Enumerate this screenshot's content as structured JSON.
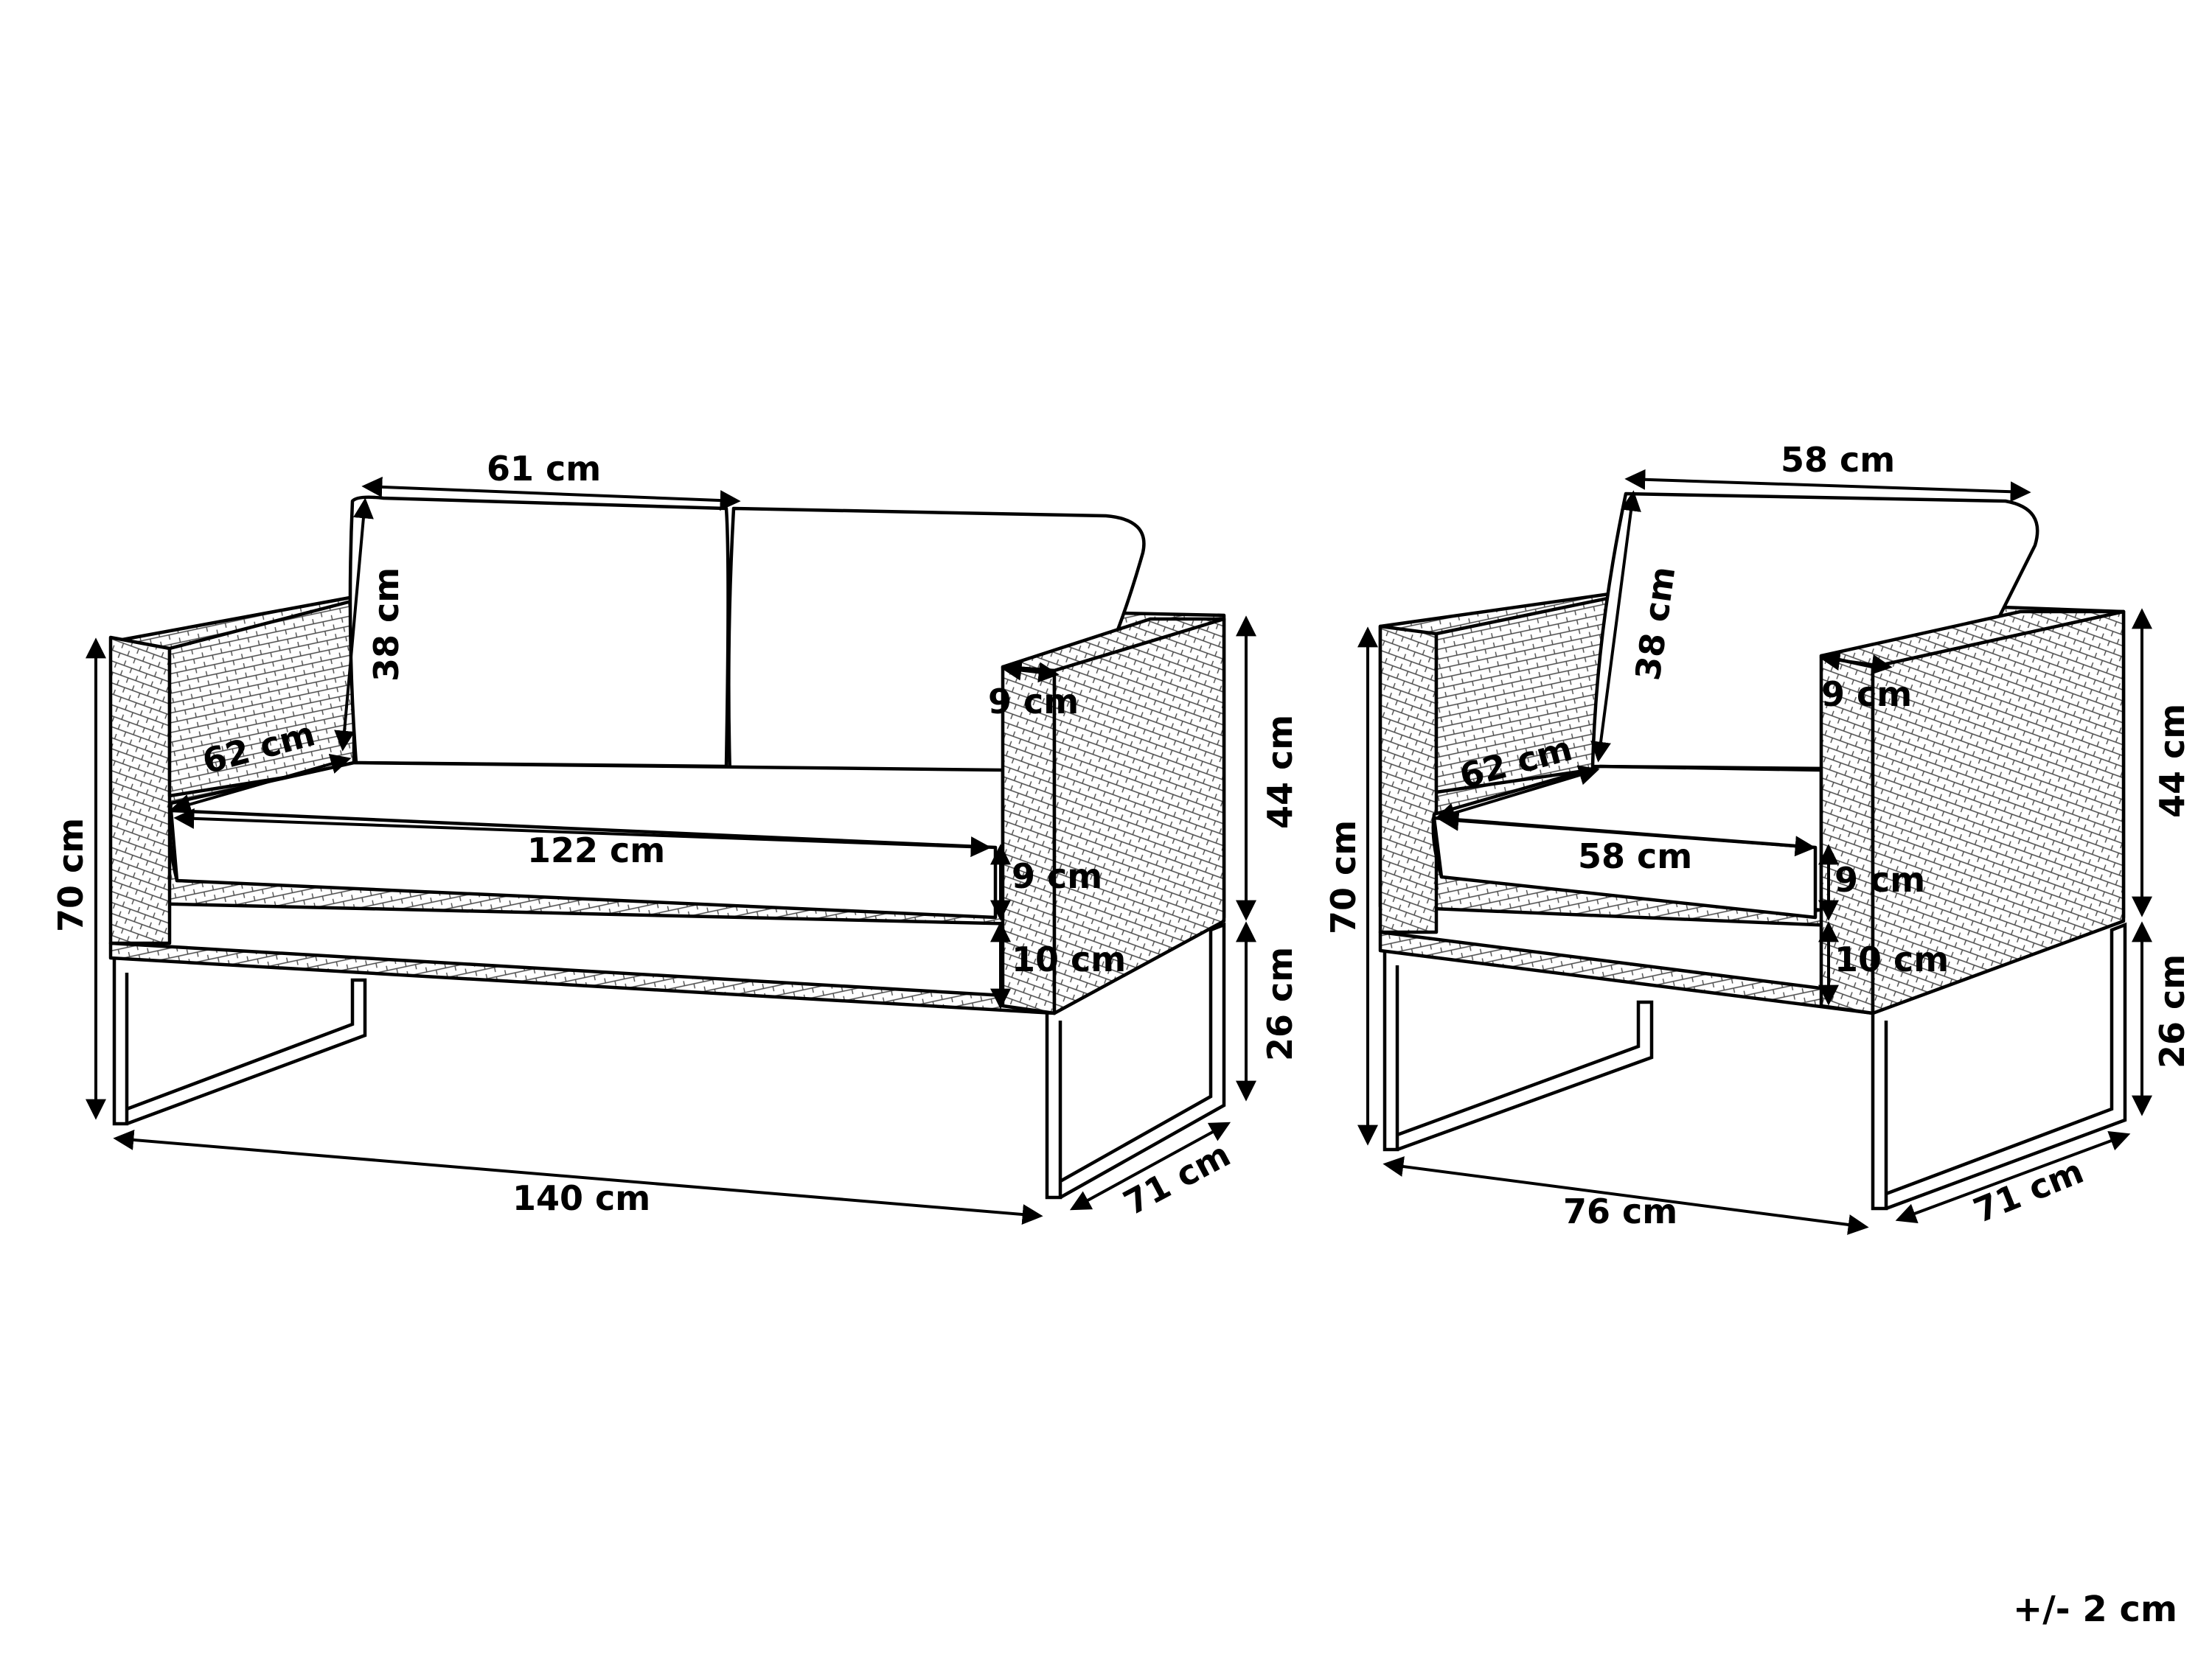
{
  "sofa": {
    "backrest_width": "61 cm",
    "backrest_height": "38 cm",
    "seat_depth": "62 cm",
    "seat_width": "122 cm",
    "armrest_width": "9 cm",
    "upper_height": "44 cm",
    "cushion_height": "9 cm",
    "base_height": "10 cm",
    "total_height": "70 cm",
    "leg_height": "26 cm",
    "total_width": "140 cm",
    "total_depth": "71 cm"
  },
  "armchair": {
    "backrest_width": "58 cm",
    "backrest_height": "38 cm",
    "seat_depth": "62 cm",
    "seat_width": "58 cm",
    "armrest_width": "9 cm",
    "upper_height": "44 cm",
    "cushion_height": "9 cm",
    "base_height": "10 cm",
    "total_height": "70 cm",
    "leg_height": "26 cm",
    "total_width": "76 cm",
    "total_depth": "71 cm"
  },
  "tolerance": "+/- 2 cm"
}
